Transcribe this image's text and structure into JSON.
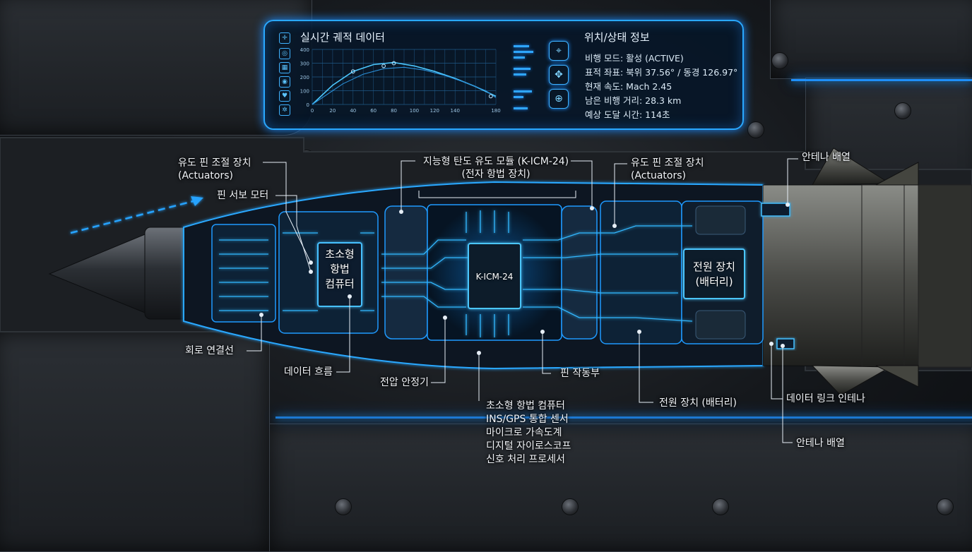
{
  "hud": {
    "chart_title": "실시간 궤적 데이터",
    "info_title": "위치/상태 정보",
    "lines": [
      "비행 모드: 활성 (ACTIVE)",
      "표적 좌표: 북위 37.56° / 동경 126.97°",
      "현재 속도: Mach 2.45",
      "남은 비행 거리: 28.3 km",
      "예상 도달 시간: 114초"
    ],
    "side_icons": [
      "crosshair-icon",
      "target-icon",
      "grid-icon",
      "radar-icon",
      "shield-icon",
      "settings-icon"
    ],
    "big_icons": [
      "location-pin-icon",
      "satellite-icon",
      "target-lock-icon"
    ]
  },
  "labels": {
    "actuators_left": "유도 핀 조절 장치",
    "actuators_left_en": "(Actuators)",
    "fin_servo": "핀 서보 모터",
    "module_title": "지능형 탄도 유도 모듈 (K-ICM-24)",
    "module_sub": "(전자 항법 장치)",
    "actuators_right": "유도 핀 조절 장치",
    "actuators_right_en": "(Actuators)",
    "antenna_top": "안테나 배열",
    "circuit": "회로 연결선",
    "data_flow": "데이터 흐름",
    "voltage": "전압 안정기",
    "fin_drive": "핀 작동부",
    "power_bottom": "전원 장치 (배터리)",
    "datalink": "데이터 링크 인테나",
    "antenna_bottom": "안테나 배열",
    "component_list": [
      "초소형 항법 컴퓨터",
      "INS/GPS 통합 센서",
      "마이크로 가속도계",
      "디지털 자이로스코프",
      "신호 처리 프로세서"
    ]
  },
  "boxes": {
    "nav_computer": [
      "초소형",
      "항법",
      "컴퓨터"
    ],
    "chip": "K-ICM-24",
    "power": [
      "전원 장치",
      "(배터리)"
    ]
  },
  "chart_data": {
    "type": "line",
    "title": "",
    "x_ticks": [
      0,
      20,
      40,
      60,
      80,
      100,
      120,
      140,
      180
    ],
    "y_ticks": [
      0,
      100,
      200,
      300,
      400
    ],
    "ylim": [
      0,
      400
    ],
    "series": [
      {
        "x": [
          0,
          20,
          40,
          60,
          80,
          100,
          120,
          140,
          160,
          180
        ],
        "y": [
          0,
          140,
          240,
          290,
          305,
          280,
          240,
          190,
          130,
          60
        ]
      },
      {
        "x": [
          0,
          30,
          50,
          70,
          90,
          110,
          130,
          150,
          170,
          180
        ],
        "y": [
          0,
          150,
          220,
          260,
          270,
          250,
          210,
          160,
          100,
          50
        ]
      }
    ],
    "markers": [
      [
        40,
        240
      ],
      [
        70,
        280
      ],
      [
        80,
        300
      ],
      [
        175,
        60
      ]
    ],
    "grid": true,
    "accent": "#2fb4ff"
  },
  "colors": {
    "glow": "#1ea6ff",
    "panel": "#06162a",
    "text": "#f1f4f8"
  }
}
